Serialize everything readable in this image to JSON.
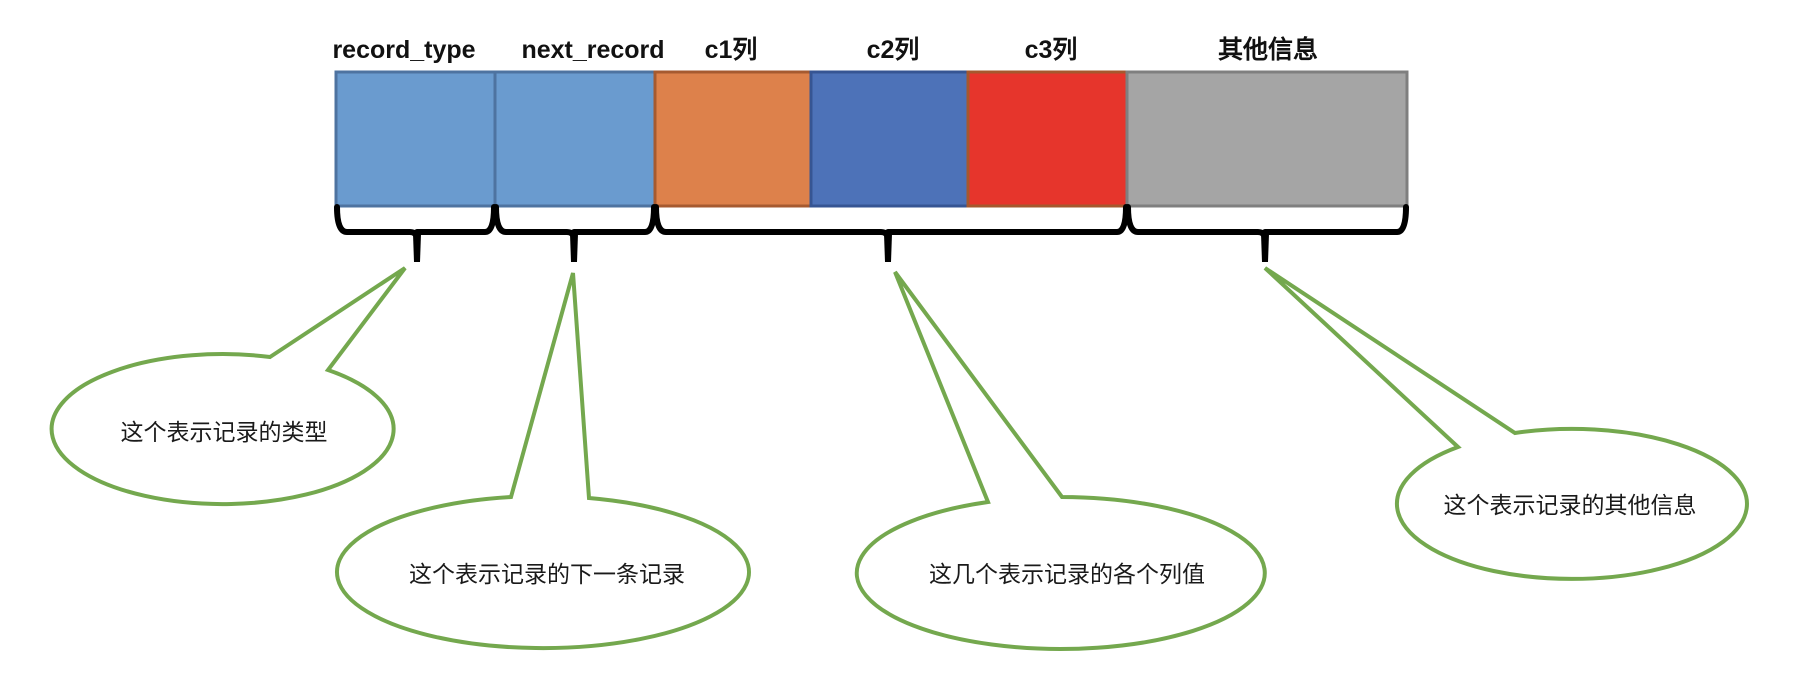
{
  "title": "Row record structure",
  "fields": [
    {
      "label": "record_type",
      "fill": "#6A9BCF",
      "stroke": "#4E73A0"
    },
    {
      "label": "next_record",
      "fill": "#6A9BCF",
      "stroke": "#4E73A0"
    },
    {
      "label": "c1列",
      "fill": "#DD814B",
      "stroke": "#A65A30"
    },
    {
      "label": "c2列",
      "fill": "#4D72B8",
      "stroke": "#365593"
    },
    {
      "label": "c3列",
      "fill": "#E6352C",
      "stroke": "#A5582E"
    },
    {
      "label": "其他信息",
      "fill": "#A5A5A5",
      "stroke": "#7F7F7F"
    }
  ],
  "callouts": [
    {
      "text": "这个表示记录的类型",
      "covers": [
        "record_type"
      ]
    },
    {
      "text": "这个表示记录的下一条记录",
      "covers": [
        "next_record"
      ]
    },
    {
      "text": "这几个表示记录的各个列值",
      "covers": [
        "c1列",
        "c2列",
        "c3列"
      ]
    },
    {
      "text": "这个表示记录的其他信息",
      "covers": [
        "其他信息"
      ]
    }
  ],
  "colors": {
    "callout_stroke": "#74A84E",
    "brace": "#000000",
    "text": "#1a1a1a"
  }
}
